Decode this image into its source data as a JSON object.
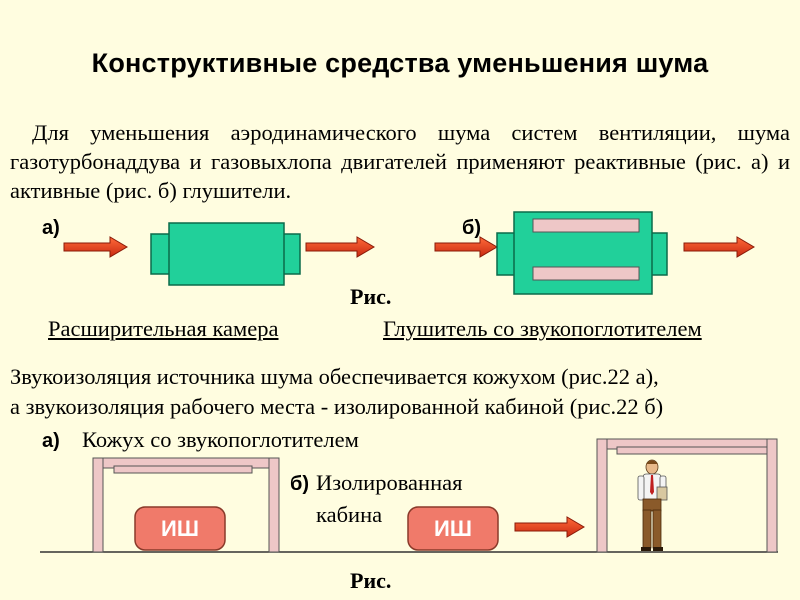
{
  "title": "Конструктивные средства уменьшения шума",
  "intro": "Для уменьшения  аэродинамического шума систем вентиляции, шума газотурбонаддува и газовыхлопа двигателей применяют реактивные (рис. а) и активные (рис. б) глушители.",
  "fig1": {
    "label_a": "а)",
    "label_b": "б)",
    "caption": "Рис.",
    "caption_a": "Расширительная камера",
    "caption_b": "Глушитель со звукопоглотителем"
  },
  "insulation": {
    "line1": "Звукоизоляция источника шума обеспечивается кожухом (рис.22 а),",
    "line2": "а звукоизоляция рабочего места - изолированной кабиной (рис.22 б)"
  },
  "fig2": {
    "label_a": "а)",
    "label_a_text": "Кожух со звукопоглотителем",
    "label_b": "б)",
    "label_b_text_1": "Изолированная",
    "label_b_text_2": "кабина",
    "source_1": "ИШ",
    "source_2": "ИШ",
    "caption": "Рис."
  },
  "colors": {
    "background": "#fffde0",
    "muffler_green": "#21d09a",
    "absorber_pink": "#eec7c7",
    "arrow_red": "#e83a1a",
    "source_red": "#f07a6a"
  }
}
